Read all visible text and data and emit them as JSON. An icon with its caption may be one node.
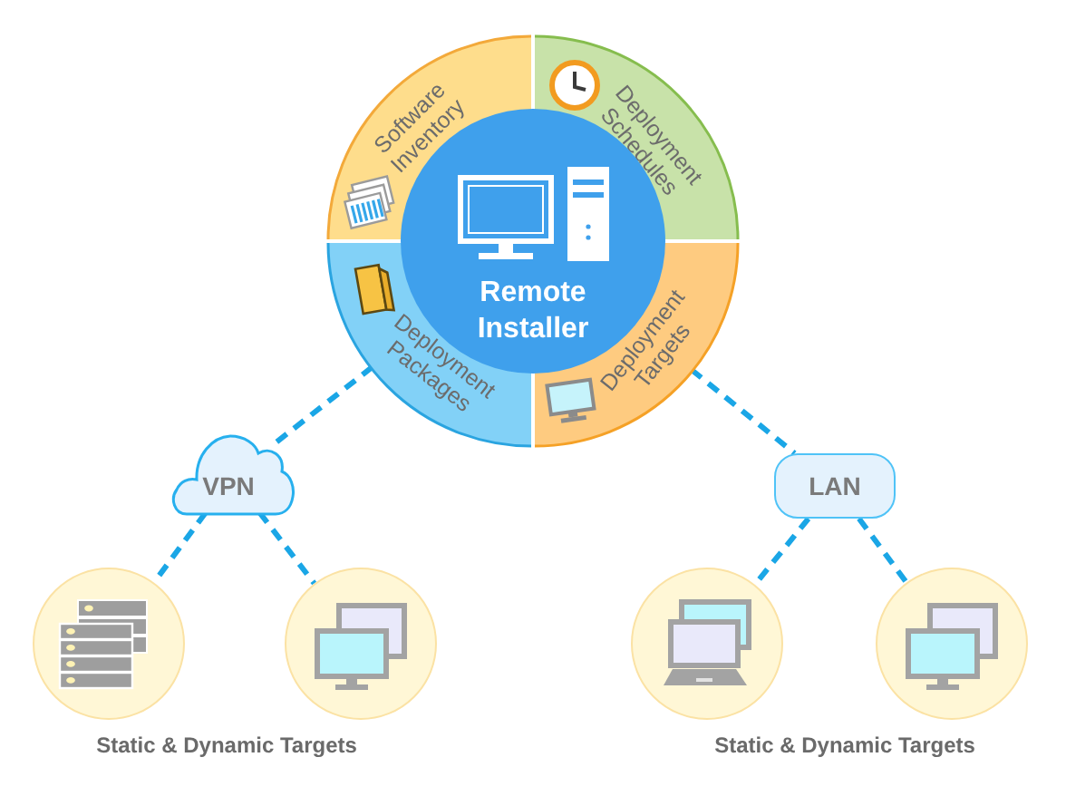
{
  "diagram": {
    "nodes": [
      {
        "text": [
          "Remote Installer"
        ]
      },
      {
        "text": [
          "Software Inventory"
        ]
      },
      {
        "text": [
          "Deployment Schedules"
        ]
      },
      {
        "text": [
          "Deployment Targets"
        ]
      },
      {
        "text": [
          "Deployment Packages"
        ]
      },
      {
        "text": [
          "VPN"
        ]
      },
      {
        "text": [
          "LAN"
        ]
      },
      {
        "text": [],
        "shape": "circle"
      },
      {
        "text": [],
        "shape": "circle"
      },
      {
        "text": [],
        "shape": "circle"
      },
      {
        "text": [],
        "shape": "circle"
      }
    ],
    "edges": [
      {
        "from": 4,
        "to": 5,
        "arrow": "none",
        "style": "dashed"
      },
      {
        "from": 3,
        "to": 6,
        "arrow": "none",
        "style": "dashed"
      },
      {
        "from": 5,
        "to": 7,
        "arrow": "none",
        "style": "dashed"
      },
      {
        "from": 5,
        "to": 8,
        "arrow": "none",
        "style": "dashed"
      },
      {
        "from": 6,
        "to": 9,
        "arrow": "none",
        "style": "dashed"
      },
      {
        "from": 6,
        "to": 10,
        "arrow": "none",
        "style": "dashed"
      }
    ],
    "labels": [
      "Static & Dynamic Targets",
      "Static & Dynamic Targets"
    ]
  }
}
